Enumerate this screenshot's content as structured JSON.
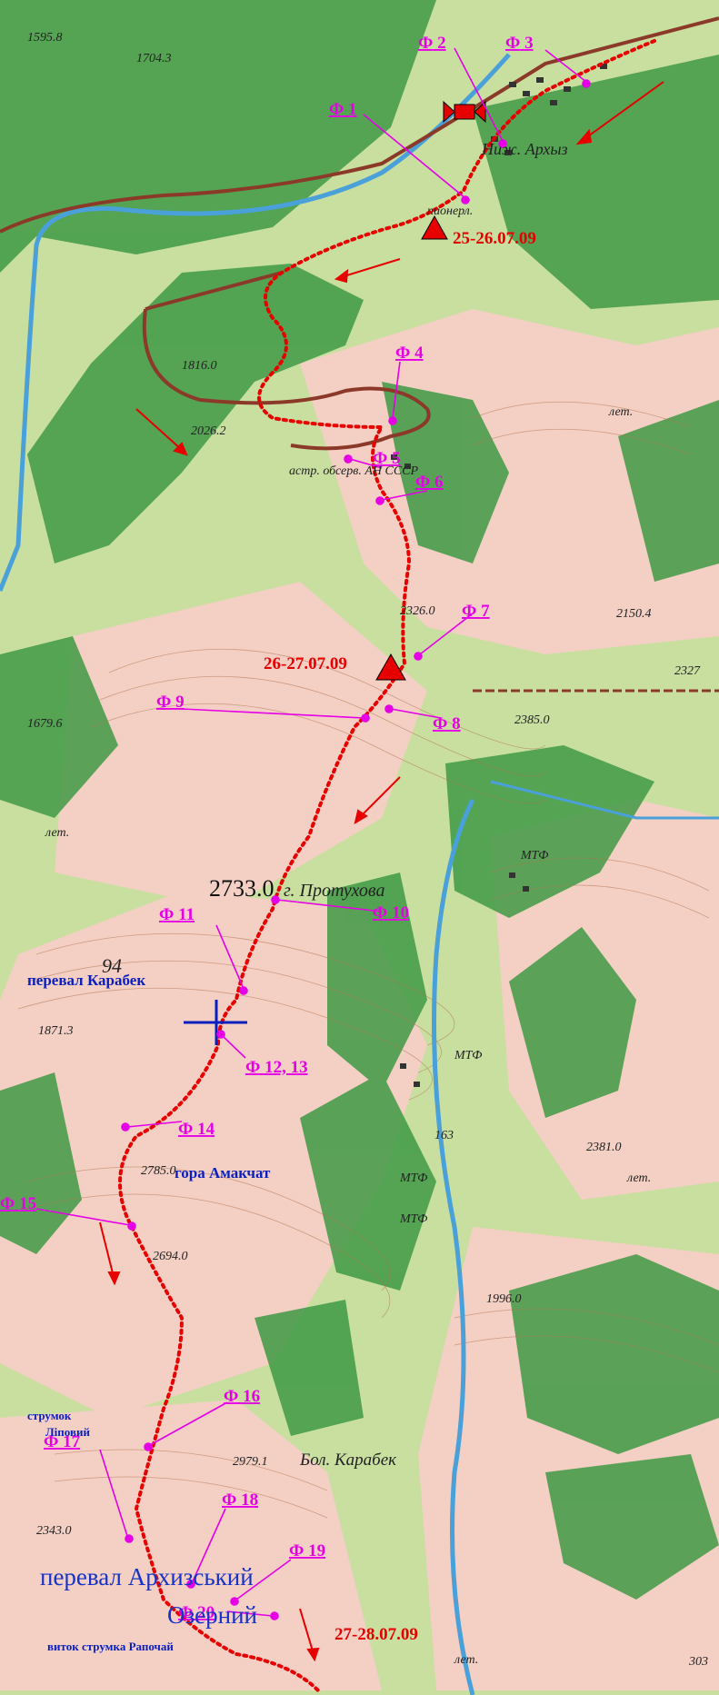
{
  "photo_labels": {
    "f1": "Ф 1",
    "f2": "Ф 2",
    "f3": "Ф 3",
    "f4": "Ф 4",
    "f5": "Ф 5",
    "f6": "Ф 6",
    "f7": "Ф 7",
    "f8": "Ф 8",
    "f9": "Ф 9",
    "f10": "Ф 10",
    "f11": "Ф 11",
    "f12_13": "Ф 12, 13",
    "f14": "Ф 14",
    "f15": "Ф 15",
    "f16": "Ф 16",
    "f17": "Ф 17",
    "f18": "Ф 18",
    "f19": "Ф 19",
    "f20": "Ф 20"
  },
  "camps": {
    "c1": "25-26.07.09",
    "c2": "26-27.07.09",
    "c3": "27-28.07.09"
  },
  "annotations": {
    "pass_karabek": "перевал Карабек",
    "mount_amakchat": "гора Амакчат",
    "stream_lipovy_1": "струмок",
    "stream_lipovy_2": "Ліповий",
    "pass_arkhyz_1": "перевал Архизський",
    "pass_arkhyz_2": "Озерний",
    "rapochai": "виток струмка Рапочай"
  },
  "printed_map": {
    "peak_2733": "2733.0",
    "protukhova": "г. Протухова",
    "nizh_arkhyz": "Ниж. Архыз",
    "peak_2326": "2326.0",
    "peak_2385": "2385.0",
    "peak_2150": "2150.4",
    "peak_2327": "2327",
    "peak_2026": "2026.2",
    "peak_1816": "1816.0",
    "peak_1679": "1679.6",
    "peak_1871": "1871.3",
    "peak_2381": "2381.0",
    "peak_2694": "2694.0",
    "peak_2785": "2785.0",
    "peak_1996": "1996.0",
    "peak_2979": "2979.1",
    "bol_karabek": "Бол. Карабек",
    "peak_2343": "2343.0",
    "peak_1704": "1704.3",
    "peak_1595": "1595.8",
    "mtf1": "МТФ",
    "mtf2": "МТФ",
    "mtf3": "МТФ",
    "mtf4": "МТФ",
    "astr": "астр. обсерв. АН СССР",
    "let1": "лет.",
    "let2": "лет.",
    "let3": "лет.",
    "let4": "лет.",
    "pioner": "пионерл.",
    "num_94": "94",
    "num_163": "163",
    "num_303": "303"
  },
  "colors": {
    "route": "#e60000",
    "photo": "#e600e6",
    "camp": "#e60000",
    "pass": "#0a1fbf",
    "forest": "#2e8b3a",
    "meadow": "#f2c9bf",
    "river": "#4aa0d8",
    "road": "#8b3a2a"
  }
}
